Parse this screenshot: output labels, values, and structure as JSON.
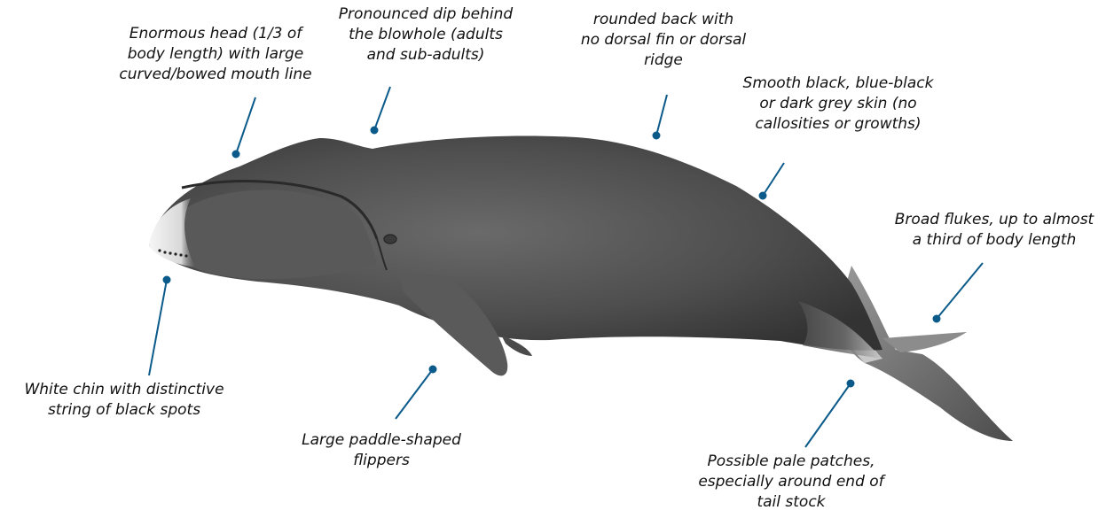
{
  "colors": {
    "leader": "#0b5a8a",
    "whale_dark": "#3a3a3a",
    "whale_mid": "#5c5c5c",
    "chin": "#f2f2f2"
  },
  "annotations": {
    "head": "Enormous head (1/3 of\nbody length) with large\ncurved/bowed mouth line",
    "dip": "Pronounced dip behind\nthe blowhole (adults\nand sub-adults)",
    "back": "rounded back with\nno dorsal fin or dorsal\nridge",
    "skin": "Smooth black, blue-black\nor dark grey skin (no\ncallosities or growths)",
    "flukes": "Broad flukes, up to almost\na third of body length",
    "chin": "White chin with distinctive\nstring of black spots",
    "flippers": "Large paddle-shaped\nflippers",
    "patches": "Possible pale patches,\nespecially around end of\ntail stock"
  }
}
